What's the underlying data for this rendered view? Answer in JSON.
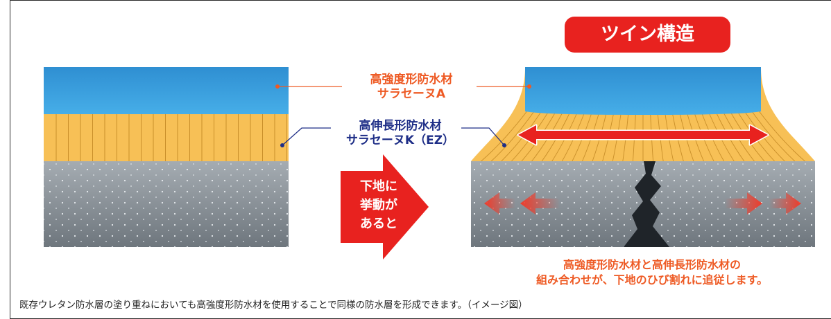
{
  "labels": {
    "material_a": {
      "line1": "高強度形防水材",
      "line2": "サラセーヌA",
      "color": "#ee5a24"
    },
    "material_k": {
      "line1": "高伸長形防水材",
      "line2": "サラセーヌK（EZ）",
      "color": "#1e2e87"
    }
  },
  "badge": {
    "text": "ツイン構造",
    "color": "#e8221f"
  },
  "arrow": {
    "line1": "下地に",
    "line2": "挙動が",
    "line3": "あると",
    "color": "#e8221f"
  },
  "summary": {
    "line1": "高強度形防水材と高伸長形防水材の",
    "line2": "組み合わせが、下地のひび割れに追従します。"
  },
  "caption": "既存ウレタン防水層の塗り重ねにおいても高強度形防水材を使用することで同様の防水層を形成できます。（イメージ図）",
  "colors": {
    "blue_layer": "#3a9ede",
    "yellow_layer": "#f7c056",
    "concrete": "#8e969d",
    "crack": "#1f2429"
  }
}
